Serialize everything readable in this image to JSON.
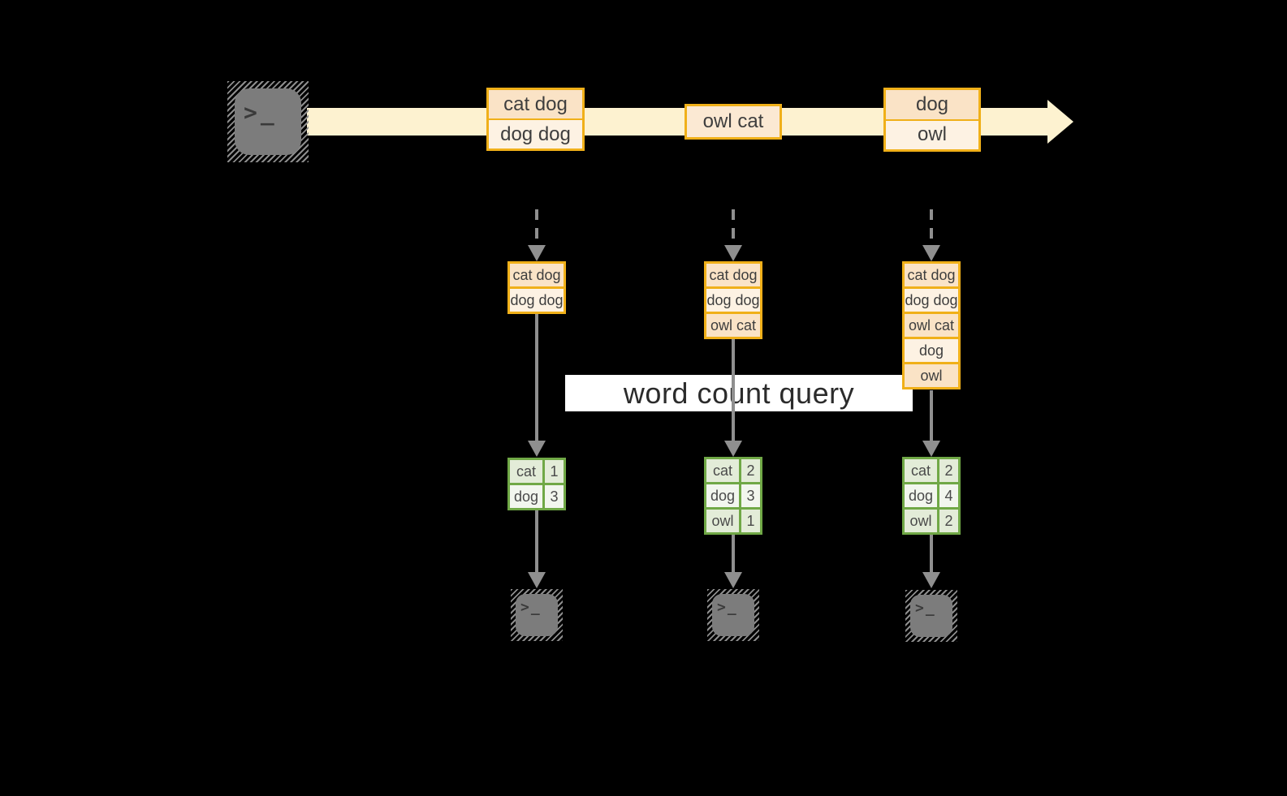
{
  "banner": {
    "label": "word count query"
  },
  "terminal": {
    "prompt": ">_"
  },
  "colors": {
    "amber": "#F0B019",
    "peach": "#FAE3C6",
    "cream": "#FDF2E3",
    "owlcat": "#FBE9D3",
    "streamfill": "#FDF2D0",
    "green": "#70A846",
    "greena": "#E3ECD8",
    "greenb": "#F2F6EE",
    "arrowgray": "#8F8F8F",
    "ink": "#3E3E3E",
    "icongray": "#7C7C7C"
  },
  "stream_boxes": [
    {
      "cells": [
        "cat dog",
        "dog dog"
      ]
    },
    {
      "cells": [
        "owl cat"
      ]
    },
    {
      "cells": [
        "dog",
        "owl"
      ]
    }
  ],
  "stacks": [
    {
      "rows": [
        "cat dog",
        "dog dog"
      ]
    },
    {
      "rows": [
        "cat dog",
        "dog dog",
        "owl cat"
      ]
    },
    {
      "rows": [
        "cat dog",
        "dog dog",
        "owl cat",
        "dog",
        "owl"
      ]
    }
  ],
  "tables": [
    {
      "rows": [
        {
          "word": "cat",
          "count": "1"
        },
        {
          "word": "dog",
          "count": "3"
        }
      ]
    },
    {
      "rows": [
        {
          "word": "cat",
          "count": "2"
        },
        {
          "word": "dog",
          "count": "3"
        },
        {
          "word": "owl",
          "count": "1"
        }
      ]
    },
    {
      "rows": [
        {
          "word": "cat",
          "count": "2"
        },
        {
          "word": "dog",
          "count": "4"
        },
        {
          "word": "owl",
          "count": "2"
        }
      ]
    }
  ]
}
